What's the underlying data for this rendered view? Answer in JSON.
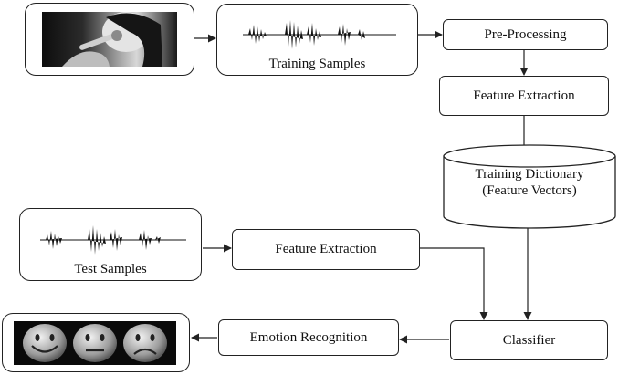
{
  "nodes": {
    "training_samples": "Training Samples",
    "pre_processing": "Pre-Processing",
    "feature_extraction_top": "Feature Extraction",
    "training_dictionary_line1": "Training Dictionary",
    "training_dictionary_line2": "(Feature Vectors)",
    "test_samples": "Test Samples",
    "feature_extraction_bottom": "Feature Extraction",
    "classifier": "Classifier",
    "emotion_recognition": "Emotion Recognition"
  },
  "icons": {
    "singer_photo": "singer-microphone-photo",
    "waveform": "audio-waveform-icon",
    "faces": [
      "happy-face-icon",
      "neutral-face-icon",
      "sad-face-icon"
    ]
  }
}
